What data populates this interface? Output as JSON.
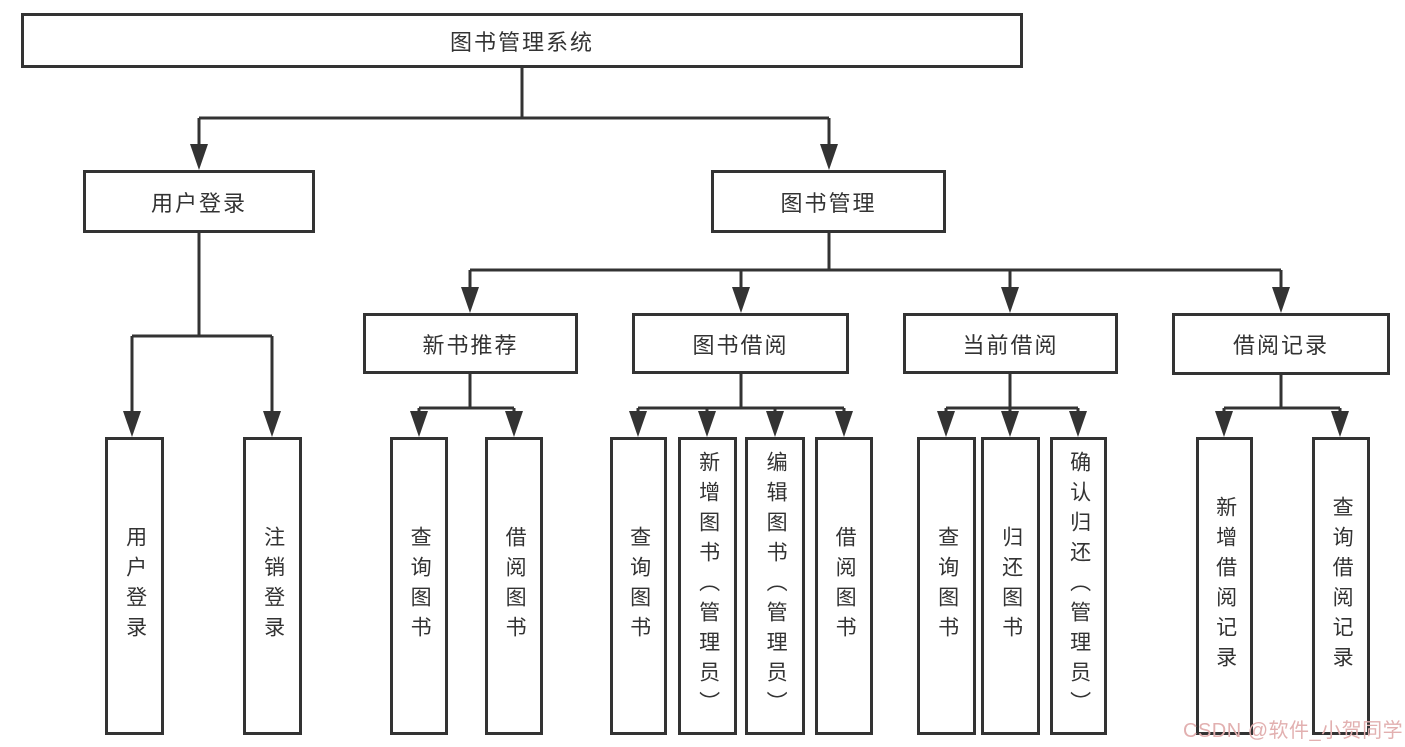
{
  "diagram": {
    "title": "图书管理系统",
    "root": {
      "label": "图书管理系统"
    },
    "level2": [
      {
        "label": "用户登录",
        "children": [
          {
            "label": "用户登录"
          },
          {
            "label": "注销登录"
          }
        ]
      },
      {
        "label": "图书管理",
        "children": [
          {
            "label": "新书推荐",
            "children": [
              {
                "label": "查询图书"
              },
              {
                "label": "借阅图书"
              }
            ]
          },
          {
            "label": "图书借阅",
            "children": [
              {
                "label": "查询图书"
              },
              {
                "label": "新增图书（管理员）"
              },
              {
                "label": "编辑图书（管理员）"
              },
              {
                "label": "借阅图书"
              }
            ]
          },
          {
            "label": "当前借阅",
            "children": [
              {
                "label": "查询图书"
              },
              {
                "label": "归还图书"
              },
              {
                "label": "确认归还（管理员）"
              }
            ]
          },
          {
            "label": "借阅记录",
            "children": [
              {
                "label": "新增借阅记录"
              },
              {
                "label": "查询借阅记录"
              }
            ]
          }
        ]
      }
    ],
    "colors": {
      "line": "#333333",
      "box_border": "#333333",
      "box_fill": "#ffffff",
      "text": "#333333"
    }
  },
  "watermark": {
    "text": "CSDN @软件_小贺同学",
    "color": "#e2b0b0"
  }
}
